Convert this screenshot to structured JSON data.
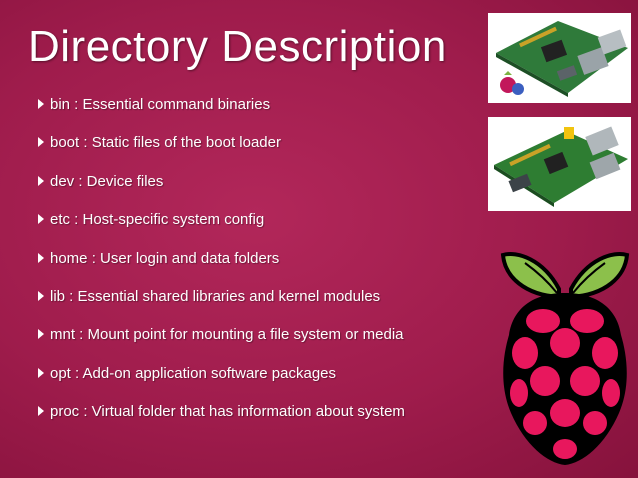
{
  "slide": {
    "title": "Directory Description",
    "bullets": [
      {
        "text": "bin :  Essential command binaries"
      },
      {
        "text": "boot :  Static files of the boot loader"
      },
      {
        "text": "dev :  Device files"
      },
      {
        "text": "etc :  Host-specific system config"
      },
      {
        "text": "home :  User login and data folders"
      },
      {
        "text": "lib :  Essential shared libraries and kernel modules"
      },
      {
        "text": " mnt :  Mount point for mounting a file system or media"
      },
      {
        "text": "opt :  Add-on application software packages"
      },
      {
        "text": "proc :  Virtual folder that has information about system"
      }
    ]
  },
  "icons": {
    "bullet": "triangle-right-icon",
    "logo": "raspberry-pi-logo",
    "board": "raspberry-pi-board-photo"
  },
  "colors": {
    "background": "#9c1a48",
    "text": "#ffffff",
    "berry": "#e8175d",
    "leaf": "#8cc04b"
  }
}
